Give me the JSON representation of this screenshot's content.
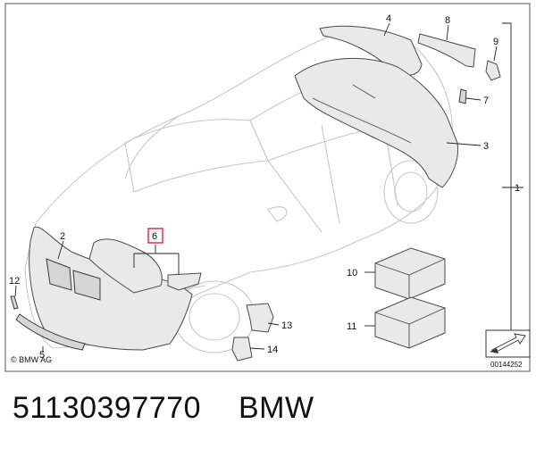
{
  "diagram": {
    "callouts": {
      "c1": "1",
      "c2": "2",
      "c3": "3",
      "c4": "4",
      "c5": "5",
      "c6": "6",
      "c7": "7",
      "c8": "8",
      "c9": "9",
      "c10": "10",
      "c11": "11",
      "c12": "12",
      "c13": "13",
      "c14": "14"
    },
    "copyright": "© BMW AG",
    "reference_number": "00144252",
    "highlight_color": "#d8263c"
  },
  "caption": {
    "part_number": "51130397770",
    "brand": "BMW"
  }
}
